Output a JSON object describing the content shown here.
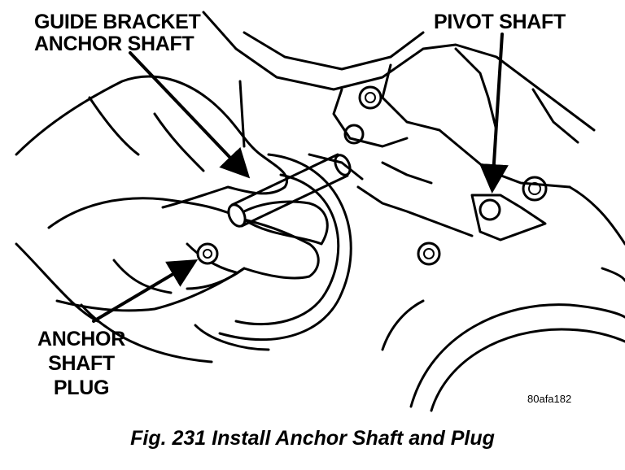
{
  "callouts": {
    "guide_bracket_line1": "GUIDE BRACKET",
    "guide_bracket_line2": "ANCHOR SHAFT",
    "pivot_shaft": "PIVOT SHAFT",
    "plug_line1": "ANCHOR",
    "plug_line2": "SHAFT",
    "plug_line3": "PLUG"
  },
  "figure_code": "80afa182",
  "caption": "Fig. 231 Install Anchor Shaft and Plug"
}
